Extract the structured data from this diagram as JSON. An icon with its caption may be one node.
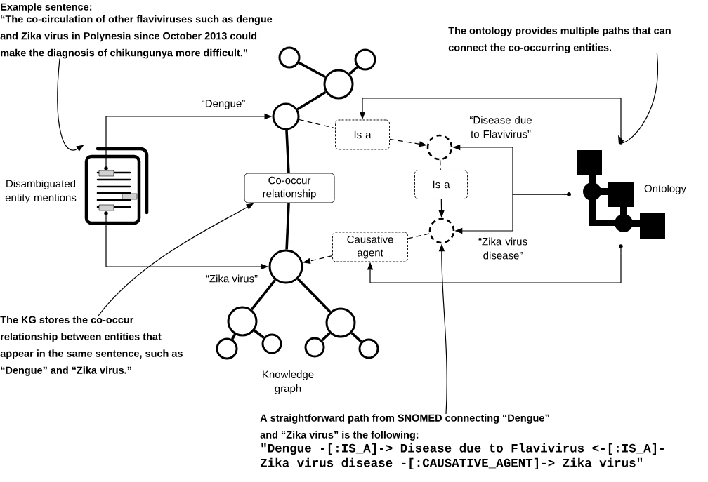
{
  "diagram": {
    "nodes": [
      {
        "text": [
          "Example sentence:",
          "“The co-circulation of other flaviviruses such as dengue and Zika virus in Polynesia since October 2013 could make the diagnosis of chikungunya more difficult.”"
        ]
      },
      {
        "text": [
          "The ontology provides multiple paths that can connect the co-occurring entities."
        ]
      },
      {
        "text": [],
        "shape": "circle"
      },
      {
        "text": [],
        "shape": "circle"
      },
      {
        "text": [],
        "shape": "circle"
      },
      {
        "text": [],
        "shape": "circle"
      },
      {
        "text": [
          "Is a"
        ]
      },
      {
        "text": [],
        "shape": "circle",
        "beside": [
          "“Disease due to Flavivirus”"
        ]
      },
      {
        "text": [],
        "shape": "document",
        "beside": [
          "Disambiguated entity mentions"
        ]
      },
      {
        "text": [
          "Co-occur relationship"
        ]
      },
      {
        "text": [
          "Is a"
        ]
      },
      {
        "text": [],
        "shape": "picture",
        "beside": [
          "Ontology"
        ]
      },
      {
        "text": [
          "Causative agent"
        ]
      },
      {
        "text": [],
        "shape": "circle",
        "beside": [
          "“Zika virus disease”"
        ]
      },
      {
        "text": [],
        "shape": "circle"
      },
      {
        "text": [
          "The KG stores the co-occur relationship between entities that appear in the same sentence, such as “Dengue” and “Zika virus.”"
        ]
      },
      {
        "text": [],
        "shape": "circle"
      },
      {
        "text": [],
        "shape": "circle"
      },
      {
        "text": [],
        "shape": "circle"
      },
      {
        "text": [],
        "shape": "circle"
      },
      {
        "text": [],
        "shape": "circle"
      },
      {
        "text": [],
        "shape": "circle"
      },
      {
        "text": [
          "A straightforward path from SNOMED connecting “Dengue” and “Zika virus” is the following:",
          "\"Dengue -[:IS_A]-> Disease due to Flavivirus <-[:IS_A]- Zika virus disease -[:CAUSATIVE_AGENT]-> Zika virus\""
        ]
      }
    ],
    "edges": [
      {
        "from": 0,
        "to": 8,
        "arrow": "to"
      },
      {
        "from": 1,
        "to": 11,
        "arrow": "to"
      },
      {
        "from": 4,
        "to": 2,
        "arrow": "none",
        "style": "thick"
      },
      {
        "from": 4,
        "to": 3,
        "arrow": "none",
        "style": "thick"
      },
      {
        "from": 5,
        "to": 4,
        "arrow": "none",
        "style": "thick"
      },
      {
        "from": 8,
        "to": 5,
        "arrow": "to",
        "label": "“Dengue”"
      },
      {
        "from": 5,
        "to": 6,
        "arrow": "none",
        "style": "dashed"
      },
      {
        "from": 6,
        "to": 7,
        "arrow": "to",
        "style": "dashed"
      },
      {
        "from": 11,
        "to": 6,
        "arrow": "to"
      },
      {
        "from": 5,
        "to": 9,
        "arrow": "none",
        "style": "thick"
      },
      {
        "from": 7,
        "to": 10,
        "arrow": "none",
        "style": "dashed"
      },
      {
        "from": 10,
        "to": 13,
        "arrow": "to"
      },
      {
        "from": 11,
        "to": 7,
        "arrow": "to"
      },
      {
        "from": 11,
        "to": 13,
        "arrow": "to"
      },
      {
        "from": 9,
        "to": 14,
        "arrow": "none",
        "style": "thick"
      },
      {
        "from": 13,
        "to": 12,
        "arrow": "none",
        "style": "dashed"
      },
      {
        "from": 12,
        "to": 14,
        "arrow": "to",
        "style": "dashed"
      },
      {
        "from": 8,
        "to": 14,
        "arrow": "to",
        "label": "“Zika virus”"
      },
      {
        "from": 11,
        "to": 12,
        "arrow": "to"
      },
      {
        "from": 15,
        "to": 9,
        "arrow": "to"
      },
      {
        "from": 14,
        "to": 16,
        "arrow": "none",
        "style": "thick"
      },
      {
        "from": 14,
        "to": 17,
        "arrow": "none",
        "style": "thick"
      },
      {
        "from": 16,
        "to": 18,
        "arrow": "none",
        "style": "thick"
      },
      {
        "from": 16,
        "to": 19,
        "arrow": "none",
        "style": "thick"
      },
      {
        "from": 17,
        "to": 20,
        "arrow": "none",
        "style": "thick"
      },
      {
        "from": 17,
        "to": 21,
        "arrow": "none",
        "style": "thick"
      },
      {
        "from": 22,
        "to": 13,
        "arrow": "to"
      }
    ],
    "labels": [
      "Knowledge graph"
    ]
  }
}
